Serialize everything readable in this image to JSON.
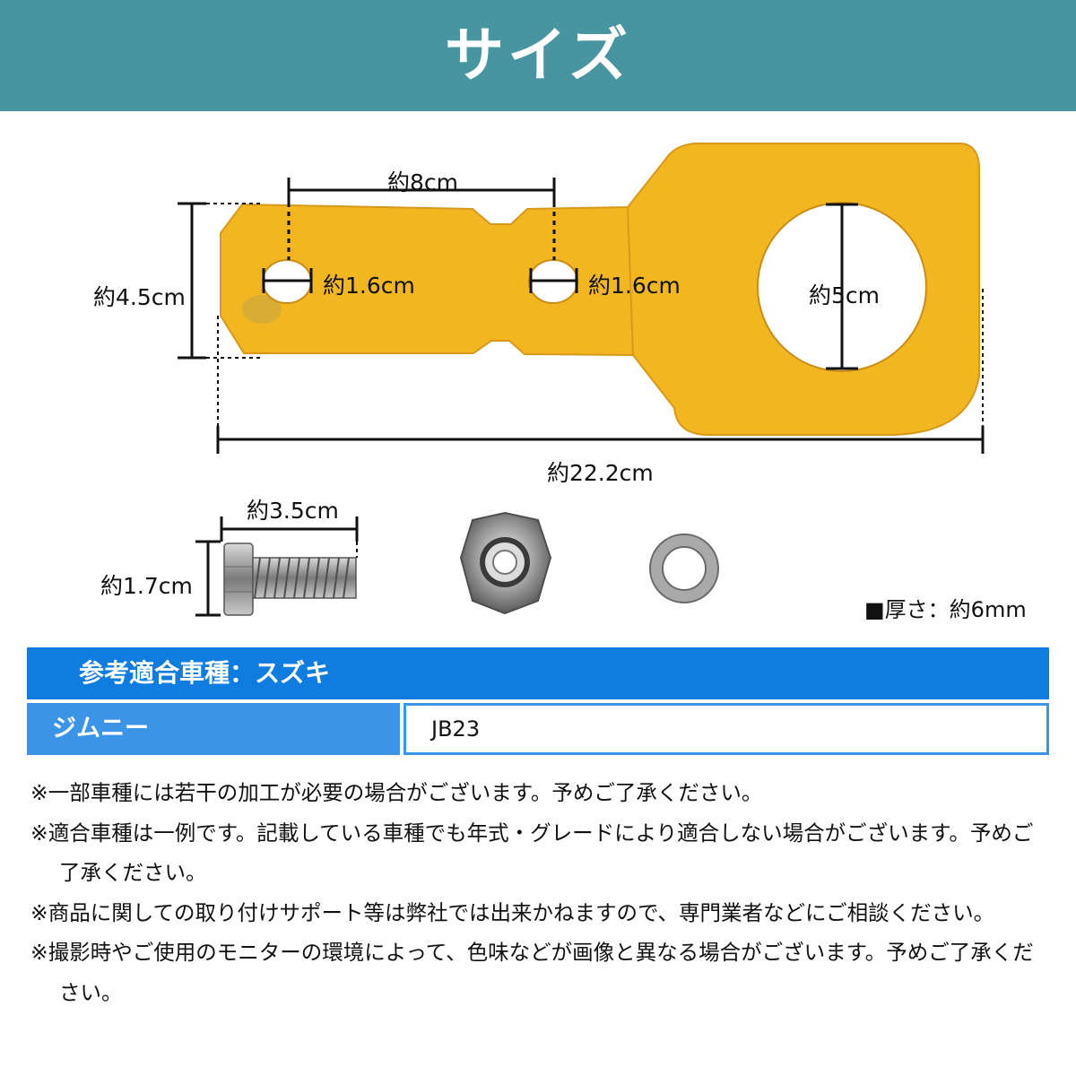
{
  "header": {
    "title": "サイズ"
  },
  "diagram": {
    "hole_spacing": "約8cm",
    "hole1_diameter": "約1.6cm",
    "hole2_diameter": "約1.6cm",
    "plate_width": "約4.5cm",
    "ring_hole_diameter": "約5cm",
    "total_length": "約22.2cm",
    "bolt_length": "約3.5cm",
    "bolt_head": "約1.7cm",
    "thickness": "■厚さ：約6mm",
    "plate_color": "#f2b621"
  },
  "compat": {
    "title": "参考適合車種：スズキ",
    "model": "ジムニー",
    "code": "JB23"
  },
  "notes": [
    "※一部車種には若干の加工が必要の場合がございます。予めご了承ください。",
    "※適合車種は一例です。記載している車種でも年式・グレードにより適合しない場合がございます。予めご了承ください。",
    "※商品に関しての取り付けサポート等は弊社では出来かねますので、専門業者などにご相談ください。",
    "※撮影時やご使用のモニターの環境によって、色味などが画像と異なる場合がございます。予めご了承ください。"
  ]
}
